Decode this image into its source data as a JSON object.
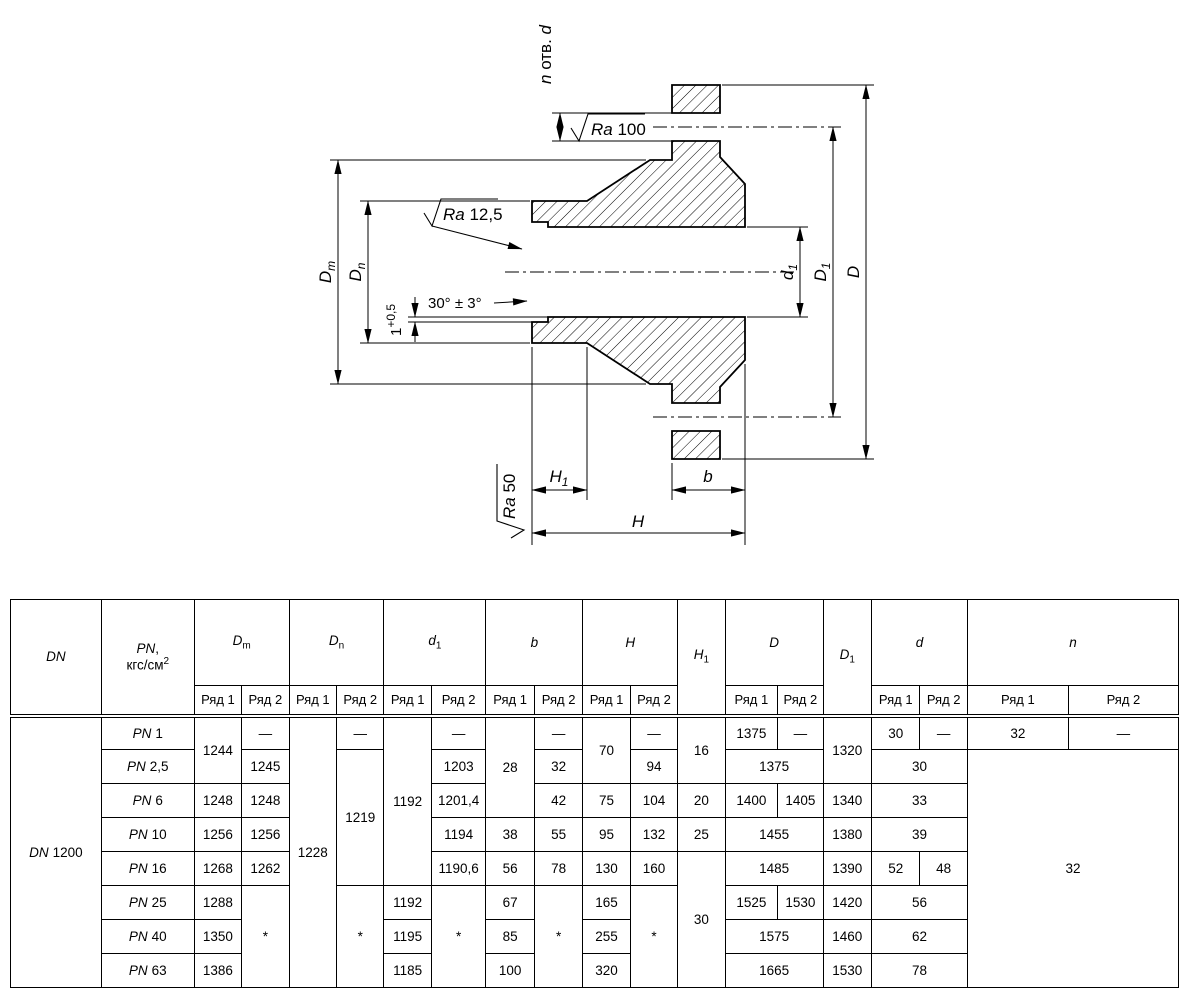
{
  "drawing": {
    "labels": {
      "n_holes_n": "n",
      "n_holes_mid": " отв. ",
      "n_holes_d": "d",
      "ra100_sym": "Ra",
      "ra100_val": " 100",
      "ra125_sym": "Ra",
      "ra125_val": " 12,5",
      "ra50_sym": "Ra",
      "ra50_val": " 50",
      "dim_dm_base": "D",
      "dim_dm_sub": "m",
      "dim_dn_base": "D",
      "dim_dn_sub": "n",
      "dim_d1_base": "d",
      "dim_d1_sub": "1",
      "dim_D1_base": "D",
      "dim_D1_sub": "1",
      "dim_D": "D",
      "dim_H1_base": "H",
      "dim_H1_sub": "1",
      "dim_H": "H",
      "dim_b": "b",
      "step_base": "1",
      "step_sup": "+0,5",
      "angle": "30° ± 3°"
    }
  },
  "table": {
    "headers": {
      "dn": "DN",
      "pn_it": "PN",
      "pn_comma": ",",
      "pn_unit": "кгс/см",
      "pn_unit_sup": "2",
      "dm_base": "D",
      "dm_sub": "m",
      "dnn_base": "D",
      "dnn_sub": "n",
      "d1_base": "d",
      "d1_sub": "1",
      "b": "b",
      "h": "H",
      "h1_base": "H",
      "h1_sub": "1",
      "D": "D",
      "D1_base": "D",
      "D1_sub": "1",
      "d": "d",
      "n": "n",
      "ryad1": "Ряд 1",
      "ryad2": "Ряд 2"
    },
    "dn_it": "DN",
    "dn_num": "1200",
    "rows": [
      {
        "pn_it": "PN",
        "pn_num": "1",
        "dm1": "1244",
        "dm2": "—",
        "dn1": "1228",
        "dn2": "—",
        "d11": "1192",
        "d12": "—",
        "b1": "28",
        "b2": "—",
        "h1": "70",
        "h2": "—",
        "hh1": "16",
        "Dr1": "1375",
        "Dr2": "—",
        "D1": "1320",
        "d1": "30",
        "d2": "—",
        "n1": "32",
        "n2": "—"
      },
      {
        "pn_it": "PN",
        "pn_num": "2,5",
        "dm2": "1245",
        "dn2": "1219",
        "d12": "1203",
        "b2": "32",
        "h2": "94",
        "D": "1375",
        "d": "30",
        "n": "32"
      },
      {
        "pn_it": "PN",
        "pn_num": "6",
        "dm1": "1248",
        "dm2": "1248",
        "d12": "1201,4",
        "b2": "42",
        "h1": "75",
        "h2": "104",
        "hh1": "20",
        "Dr1": "1400",
        "Dr2": "1405",
        "D1": "1340",
        "d": "33"
      },
      {
        "pn_it": "PN",
        "pn_num": "10",
        "dm1": "1256",
        "dm2": "1256",
        "d12": "1194",
        "b1": "38",
        "b2": "55",
        "h1": "95",
        "h2": "132",
        "hh1": "25",
        "D": "1455",
        "D1": "1380",
        "d": "39"
      },
      {
        "pn_it": "PN",
        "pn_num": "16",
        "dm1": "1268",
        "dm2": "1262",
        "d12": "1190,6",
        "b1": "56",
        "b2": "78",
        "h1": "130",
        "h2": "160",
        "hh1": "30",
        "D": "1485",
        "D1": "1390",
        "d1": "52",
        "d2": "48"
      },
      {
        "pn_it": "PN",
        "pn_num": "25",
        "dm1": "1288",
        "dm2": "*",
        "dn2": "*",
        "d11": "1192",
        "d12": "*",
        "b1": "67",
        "b2": "*",
        "h1": "165",
        "h2": "*",
        "Dr1": "1525",
        "Dr2": "1530",
        "D1": "1420",
        "d": "56"
      },
      {
        "pn_it": "PN",
        "pn_num": "40",
        "dm1": "1350",
        "d11": "1195",
        "b1": "85",
        "h1": "255",
        "D": "1575",
        "D1": "1460",
        "d": "62"
      },
      {
        "pn_it": "PN",
        "pn_num": "63",
        "dm1": "1386",
        "d11": "1185",
        "b1": "100",
        "h1": "320",
        "D": "1665",
        "D1": "1530",
        "d": "78"
      }
    ]
  }
}
